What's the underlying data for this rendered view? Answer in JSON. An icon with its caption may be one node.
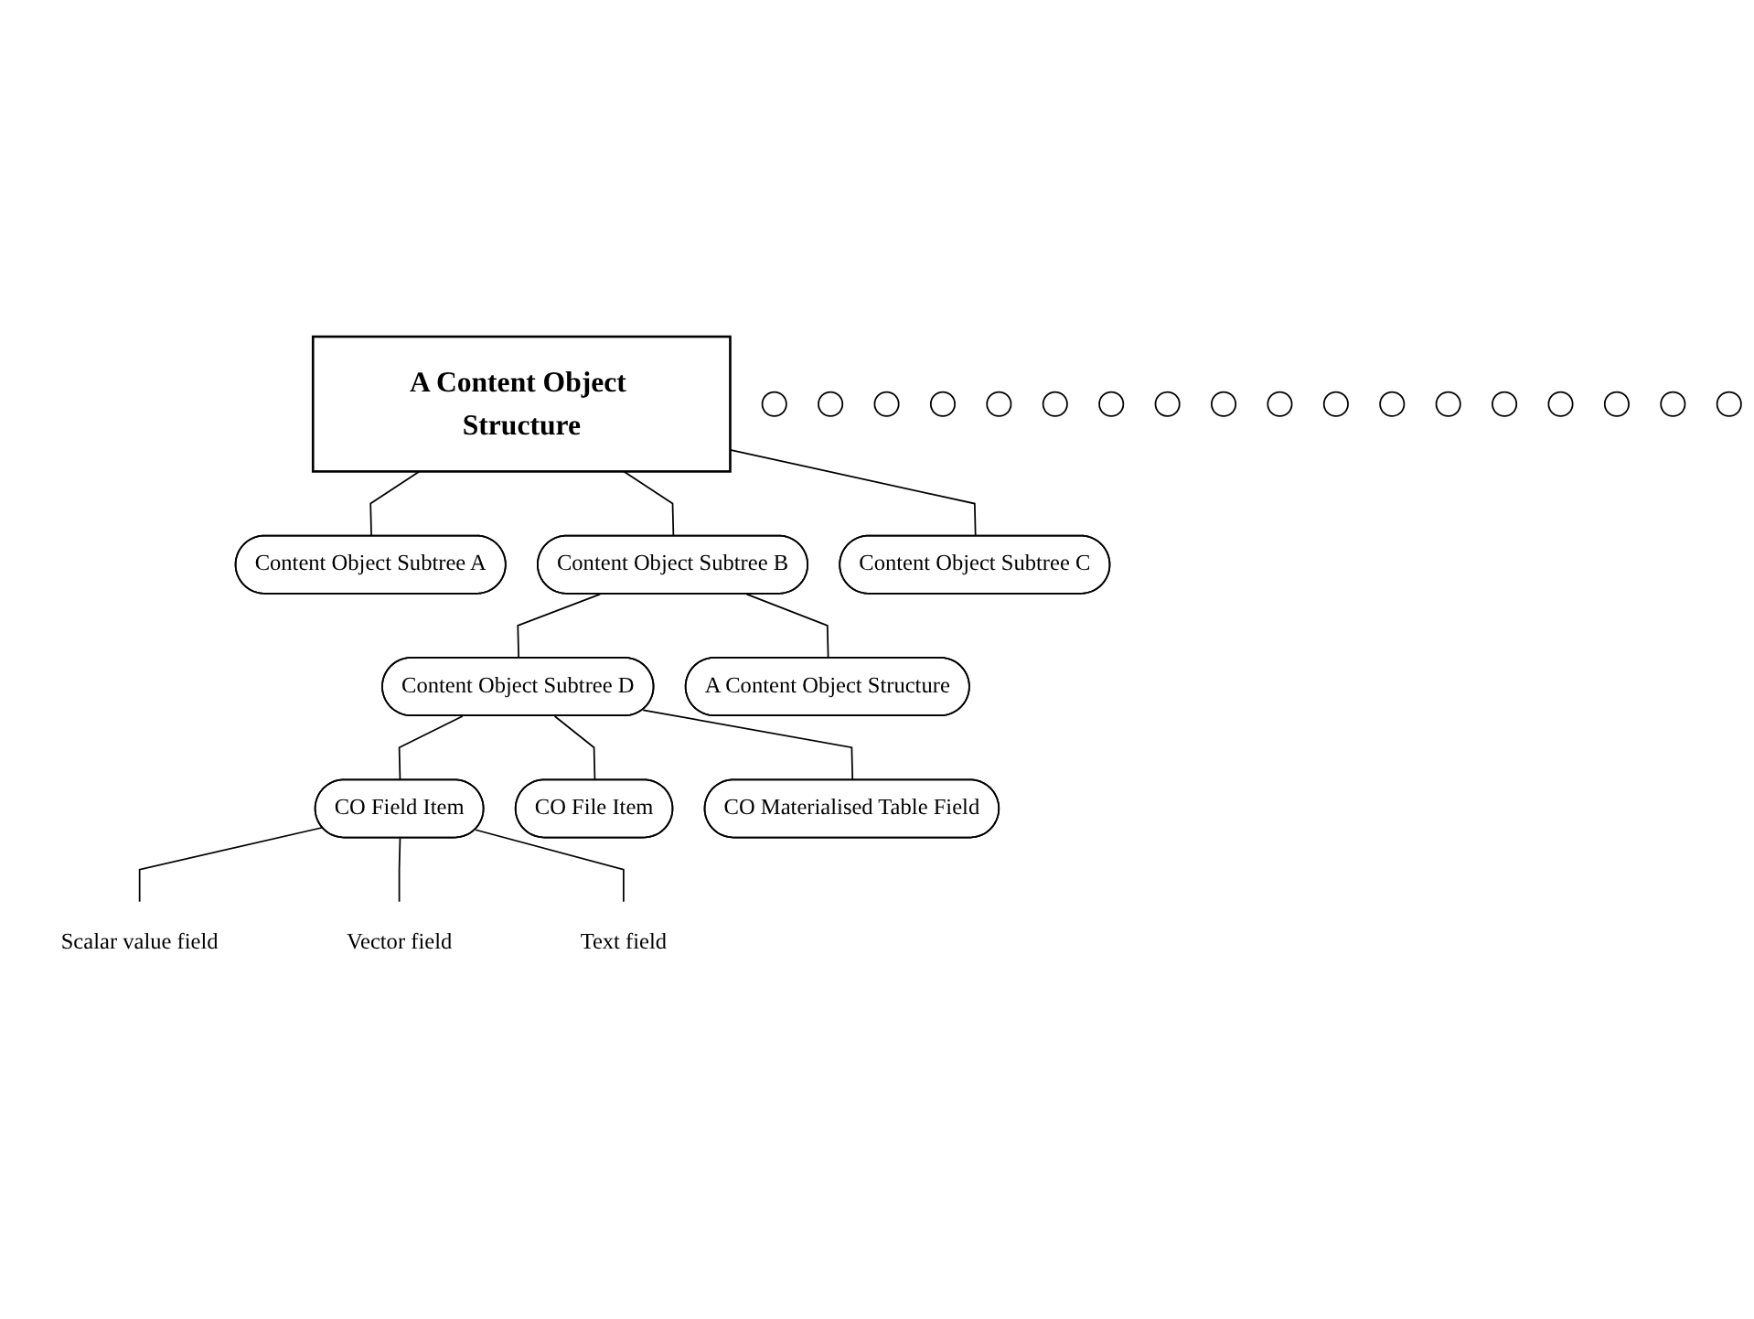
{
  "diagram": {
    "nodes": [
      {
        "text": [
          "A Content Object Structure"
        ]
      },
      {
        "text": [],
        "shape": "circle"
      },
      {
        "text": [],
        "shape": "circle"
      },
      {
        "text": [],
        "shape": "circle"
      },
      {
        "text": [
          "Content Object Subtree A"
        ]
      },
      {
        "text": [
          "Content Object Subtree B"
        ]
      },
      {
        "text": [],
        "shape": "circle"
      },
      {
        "text": [],
        "shape": "circle"
      },
      {
        "text": [],
        "shape": "circle"
      },
      {
        "text": [
          "Content Object Subtree C"
        ]
      },
      {
        "text": [
          "Content Object Subtree D"
        ]
      },
      {
        "text": [],
        "shape": "circle"
      },
      {
        "text": [],
        "shape": "circle"
      },
      {
        "text": [],
        "shape": "circle"
      },
      {
        "text": [
          "A Content Object Structure"
        ]
      },
      {
        "text": [],
        "shape": "circle"
      },
      {
        "text": [],
        "shape": "circle"
      },
      {
        "text": [],
        "shape": "circle"
      },
      {
        "text": [
          "CO Field Item"
        ]
      },
      {
        "text": [],
        "shape": "circle"
      },
      {
        "text": [],
        "shape": "circle"
      },
      {
        "text": [],
        "shape": "circle"
      },
      {
        "text": [
          "CO File Item"
        ]
      },
      {
        "text": [],
        "shape": "circle"
      },
      {
        "text": [],
        "shape": "circle"
      },
      {
        "text": [],
        "shape": "circle"
      },
      {
        "text": [
          "CO Materialised Table Field"
        ]
      },
      {
        "text": [
          "Scalar value field"
        ]
      },
      {
        "text": [
          "Vector field"
        ]
      },
      {
        "text": [
          "Text field"
        ]
      }
    ],
    "edges": [
      {
        "from": 0,
        "to": 4,
        "arrow": "none"
      },
      {
        "from": 0,
        "to": 5,
        "arrow": "none"
      },
      {
        "from": 0,
        "to": 9,
        "arrow": "none"
      },
      {
        "from": 5,
        "to": 10,
        "arrow": "none"
      },
      {
        "from": 5,
        "to": 14,
        "arrow": "none"
      },
      {
        "from": 10,
        "to": 18,
        "arrow": "none"
      },
      {
        "from": 10,
        "to": 22,
        "arrow": "none"
      },
      {
        "from": 10,
        "to": 26,
        "arrow": "none"
      },
      {
        "from": 18,
        "to": 27,
        "arrow": "none"
      },
      {
        "from": 18,
        "to": 28,
        "arrow": "none"
      },
      {
        "from": 18,
        "to": 29,
        "arrow": "none"
      }
    ]
  }
}
